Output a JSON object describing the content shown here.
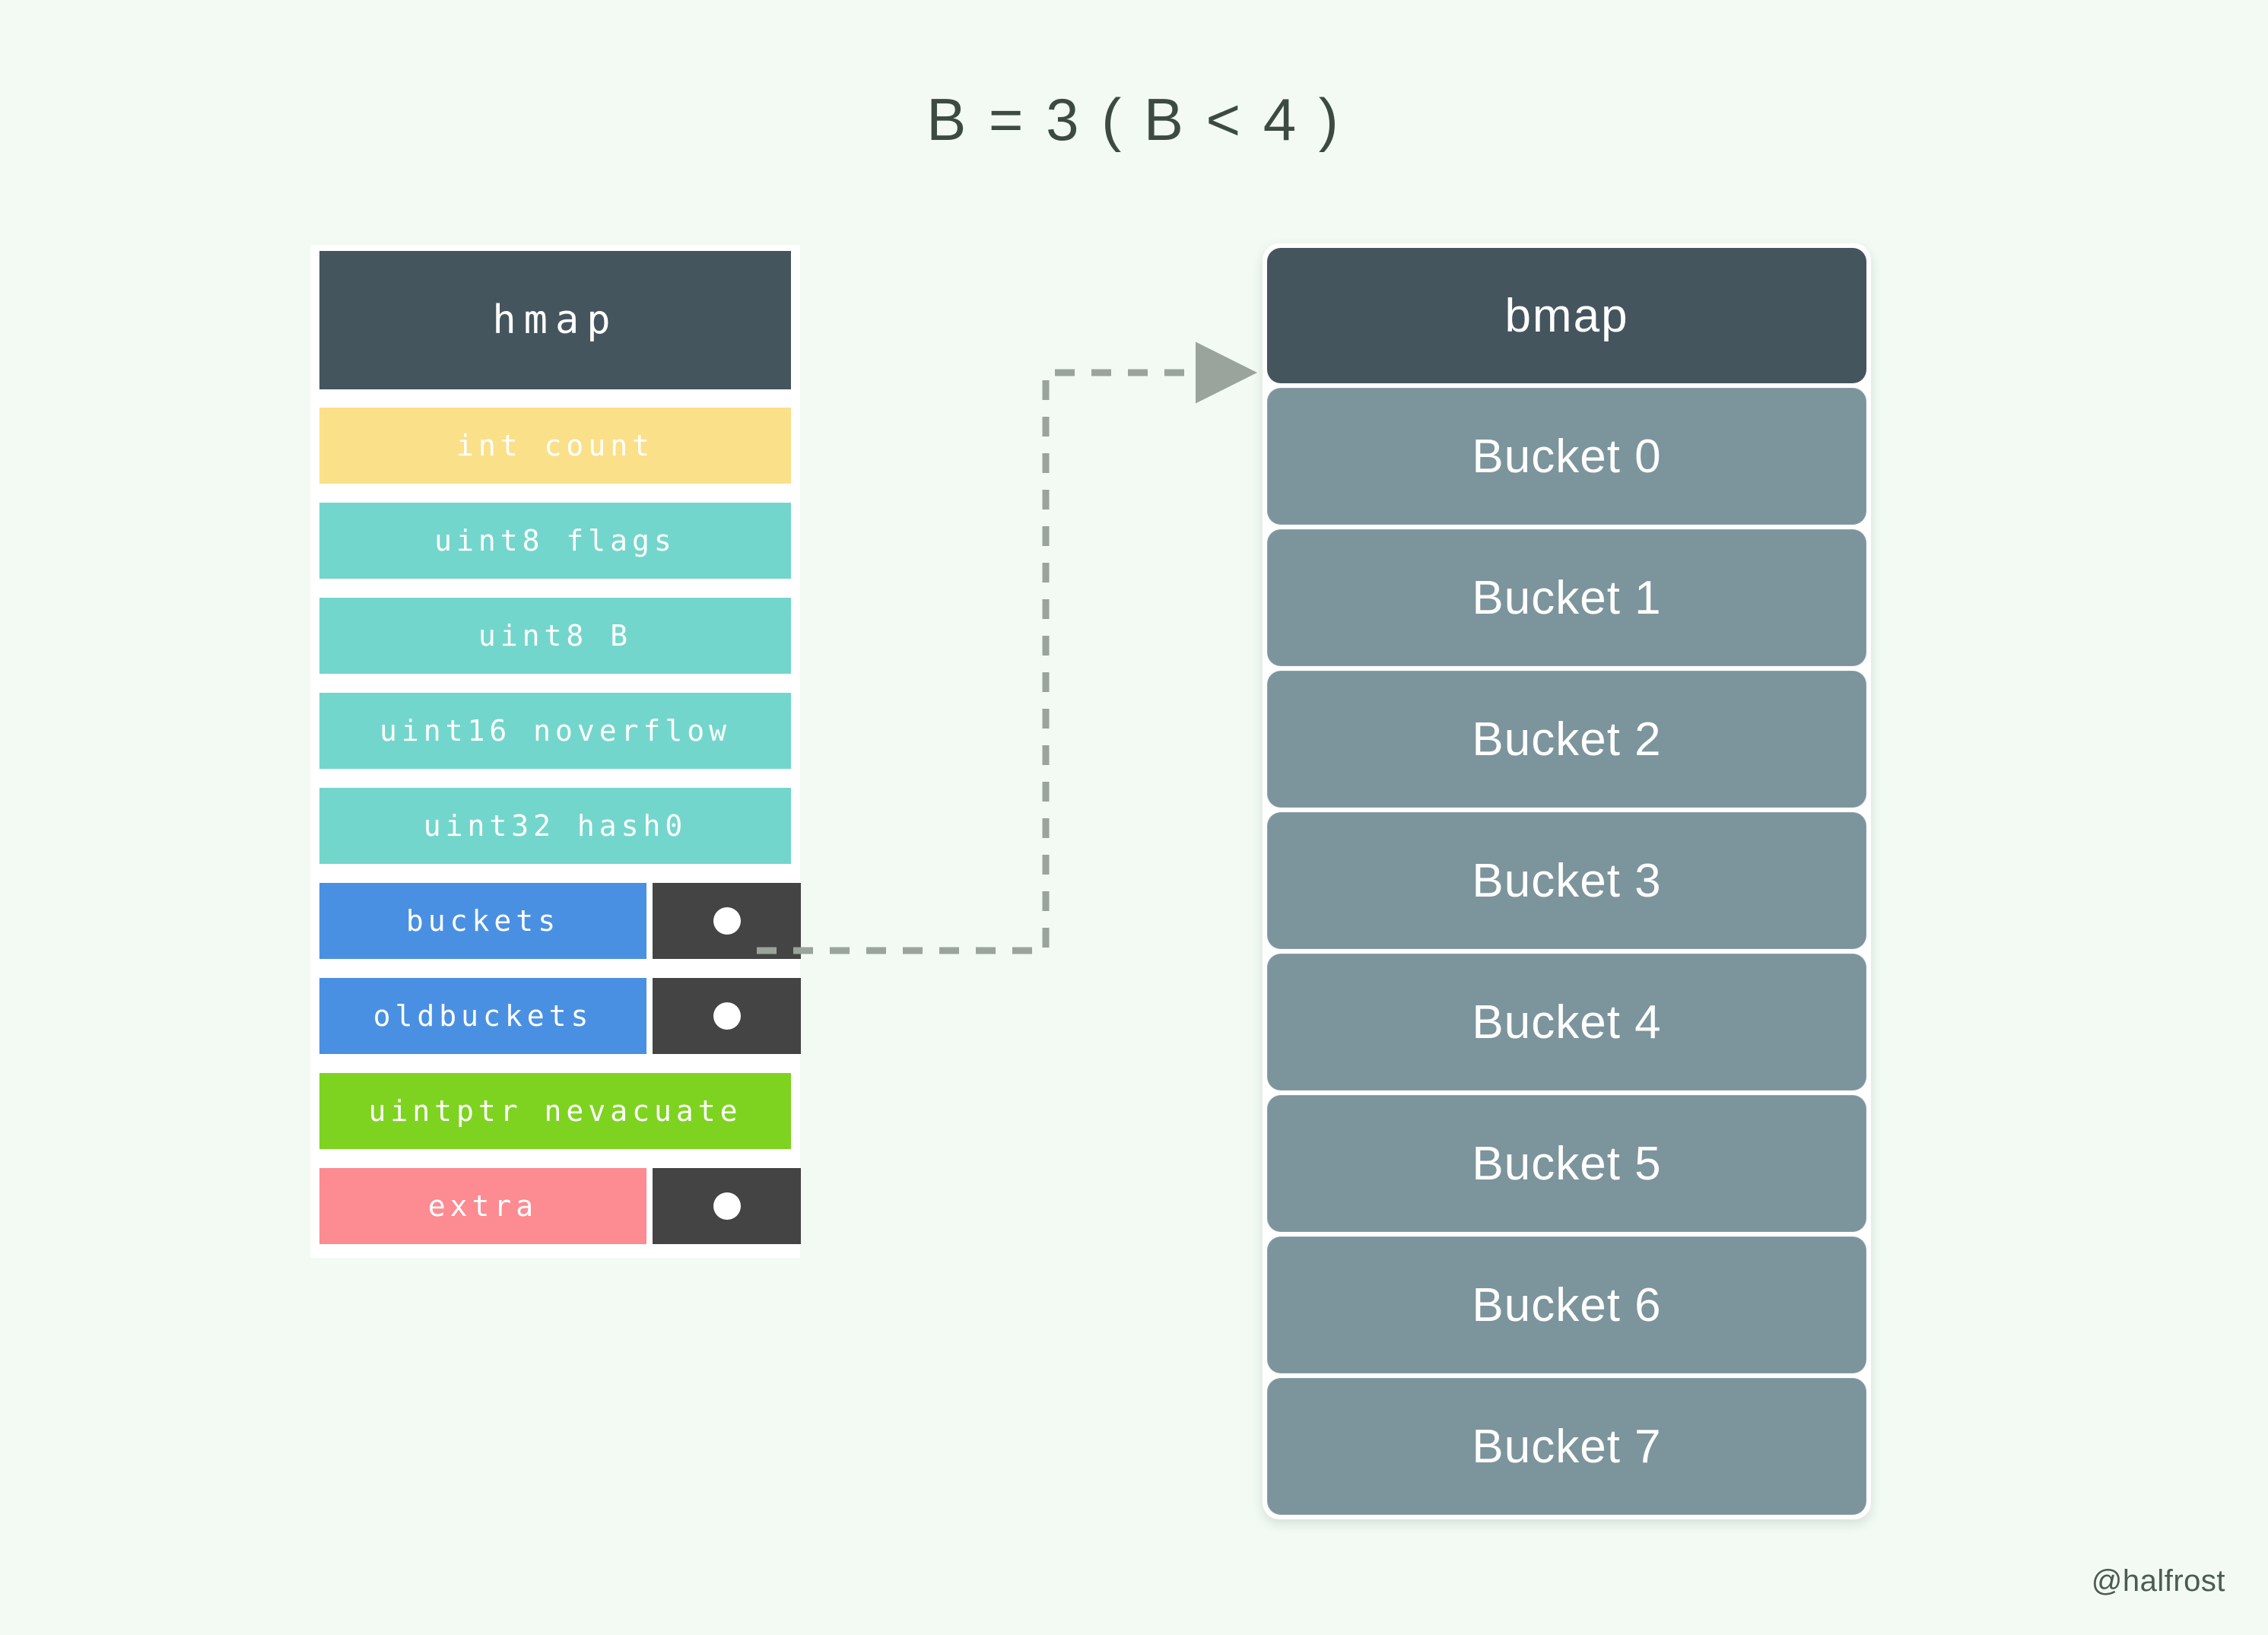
{
  "title": "B = 3 ( B < 4 )",
  "background_color": "#f2faf3",
  "hmap": {
    "header_label": "hmap",
    "header_color": "#45555e",
    "fields": [
      {
        "label": "int count",
        "color": "#fbe08a",
        "has_pointer": false
      },
      {
        "label": "uint8 flags",
        "color": "#73d6cc",
        "has_pointer": false
      },
      {
        "label": "uint8 B",
        "color": "#73d6cc",
        "has_pointer": false
      },
      {
        "label": "uint16 noverflow",
        "color": "#73d6cc",
        "has_pointer": false
      },
      {
        "label": "uint32 hash0",
        "color": "#73d6cc",
        "has_pointer": false
      },
      {
        "label": "buckets",
        "color": "#4a90e2",
        "has_pointer": true
      },
      {
        "label": "oldbuckets",
        "color": "#4a90e2",
        "has_pointer": true
      },
      {
        "label": "uintptr nevacuate",
        "color": "#7ed321",
        "has_pointer": false
      },
      {
        "label": "extra",
        "color": "#fc8b92",
        "has_pointer": true
      }
    ]
  },
  "bmap": {
    "header_label": "bmap",
    "header_color": "#45555e",
    "bucket_color": "#7c949c",
    "buckets": [
      "Bucket 0",
      "Bucket 1",
      "Bucket 2",
      "Bucket 3",
      "Bucket 4",
      "Bucket 5",
      "Bucket 6",
      "Bucket 7"
    ]
  },
  "connector": {
    "from": "buckets",
    "to": "bmap",
    "style": "dashed",
    "color": "#9aa39c"
  },
  "watermark": "@halfrost"
}
